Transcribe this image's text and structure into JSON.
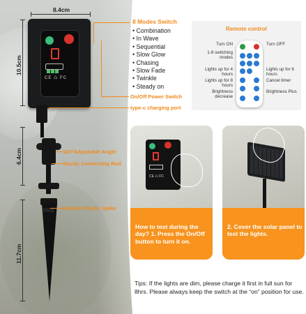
{
  "dimensions": {
    "width": "8.4cm",
    "height": "10.5cm",
    "stake_upper": "6.4cm",
    "stake_lower": "11.7cm"
  },
  "modes": {
    "title": "8 Modes Switch",
    "items": [
      "Combination",
      "In Wave",
      "Sequential",
      "Slow Glow",
      "Chasing",
      "Slow Fade",
      "Twinkle",
      "Steady on"
    ]
  },
  "callouts": {
    "power_switch": "On/Off Power Switch",
    "charging_port": "type-c charging port",
    "angle": "120°Adjustable Angle",
    "rod": "Sturdy Connecting Rod",
    "spike": "Durable Plastic Spike"
  },
  "remote": {
    "title": "Remote control",
    "turn_on": "Turn ON",
    "turn_off": "Turn OFF",
    "switching_modes": "1-8 switching modes",
    "four_hours_left": "Lights up for 4 hours",
    "four_hours_right": "Lights up for 6 hours",
    "eight_hours": "Lights up for 8 hours",
    "cancel_timer": "Cancel timer",
    "brightness_decrease": "Brightness decrease",
    "brightness_plus": "Brightness Plus"
  },
  "cards": [
    {
      "text": "How to test during the day? 1. Press the On/Off button to turn it on."
    },
    {
      "text": "2. Cover the solar panel to test the lights."
    }
  ],
  "tips": "Tips: If the lights are dim, please charge it first in full sun for 8hrs. Please always keep the switch at the “on” position for use.",
  "colors": {
    "accent": "#f08a1c",
    "card": "#f7931e",
    "on_button": "#2f9a4a",
    "off_button": "#d9322d"
  }
}
